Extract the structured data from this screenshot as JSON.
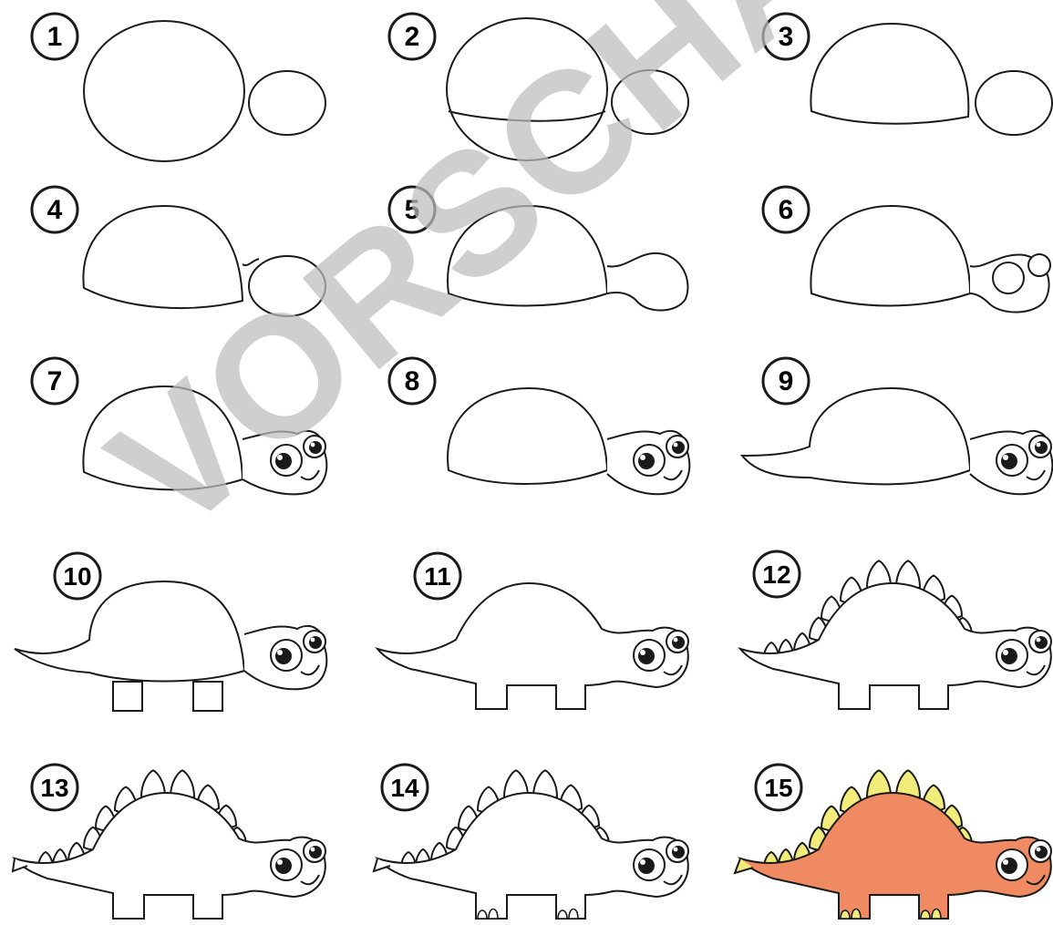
{
  "watermark": "VORSCHAU",
  "steps": [
    {
      "number": "1"
    },
    {
      "number": "2"
    },
    {
      "number": "3"
    },
    {
      "number": "4"
    },
    {
      "number": "5"
    },
    {
      "number": "6"
    },
    {
      "number": "7"
    },
    {
      "number": "8"
    },
    {
      "number": "9"
    },
    {
      "number": "10"
    },
    {
      "number": "11"
    },
    {
      "number": "12"
    },
    {
      "number": "13"
    },
    {
      "number": "14"
    },
    {
      "number": "15"
    }
  ],
  "colors": {
    "outline": "#1a1a1a",
    "body_fill": "#ef8a62",
    "plate_fill": "#f2ec7a",
    "eye_fill": "#1a1a1a",
    "watermark": "#bdbdbd"
  }
}
